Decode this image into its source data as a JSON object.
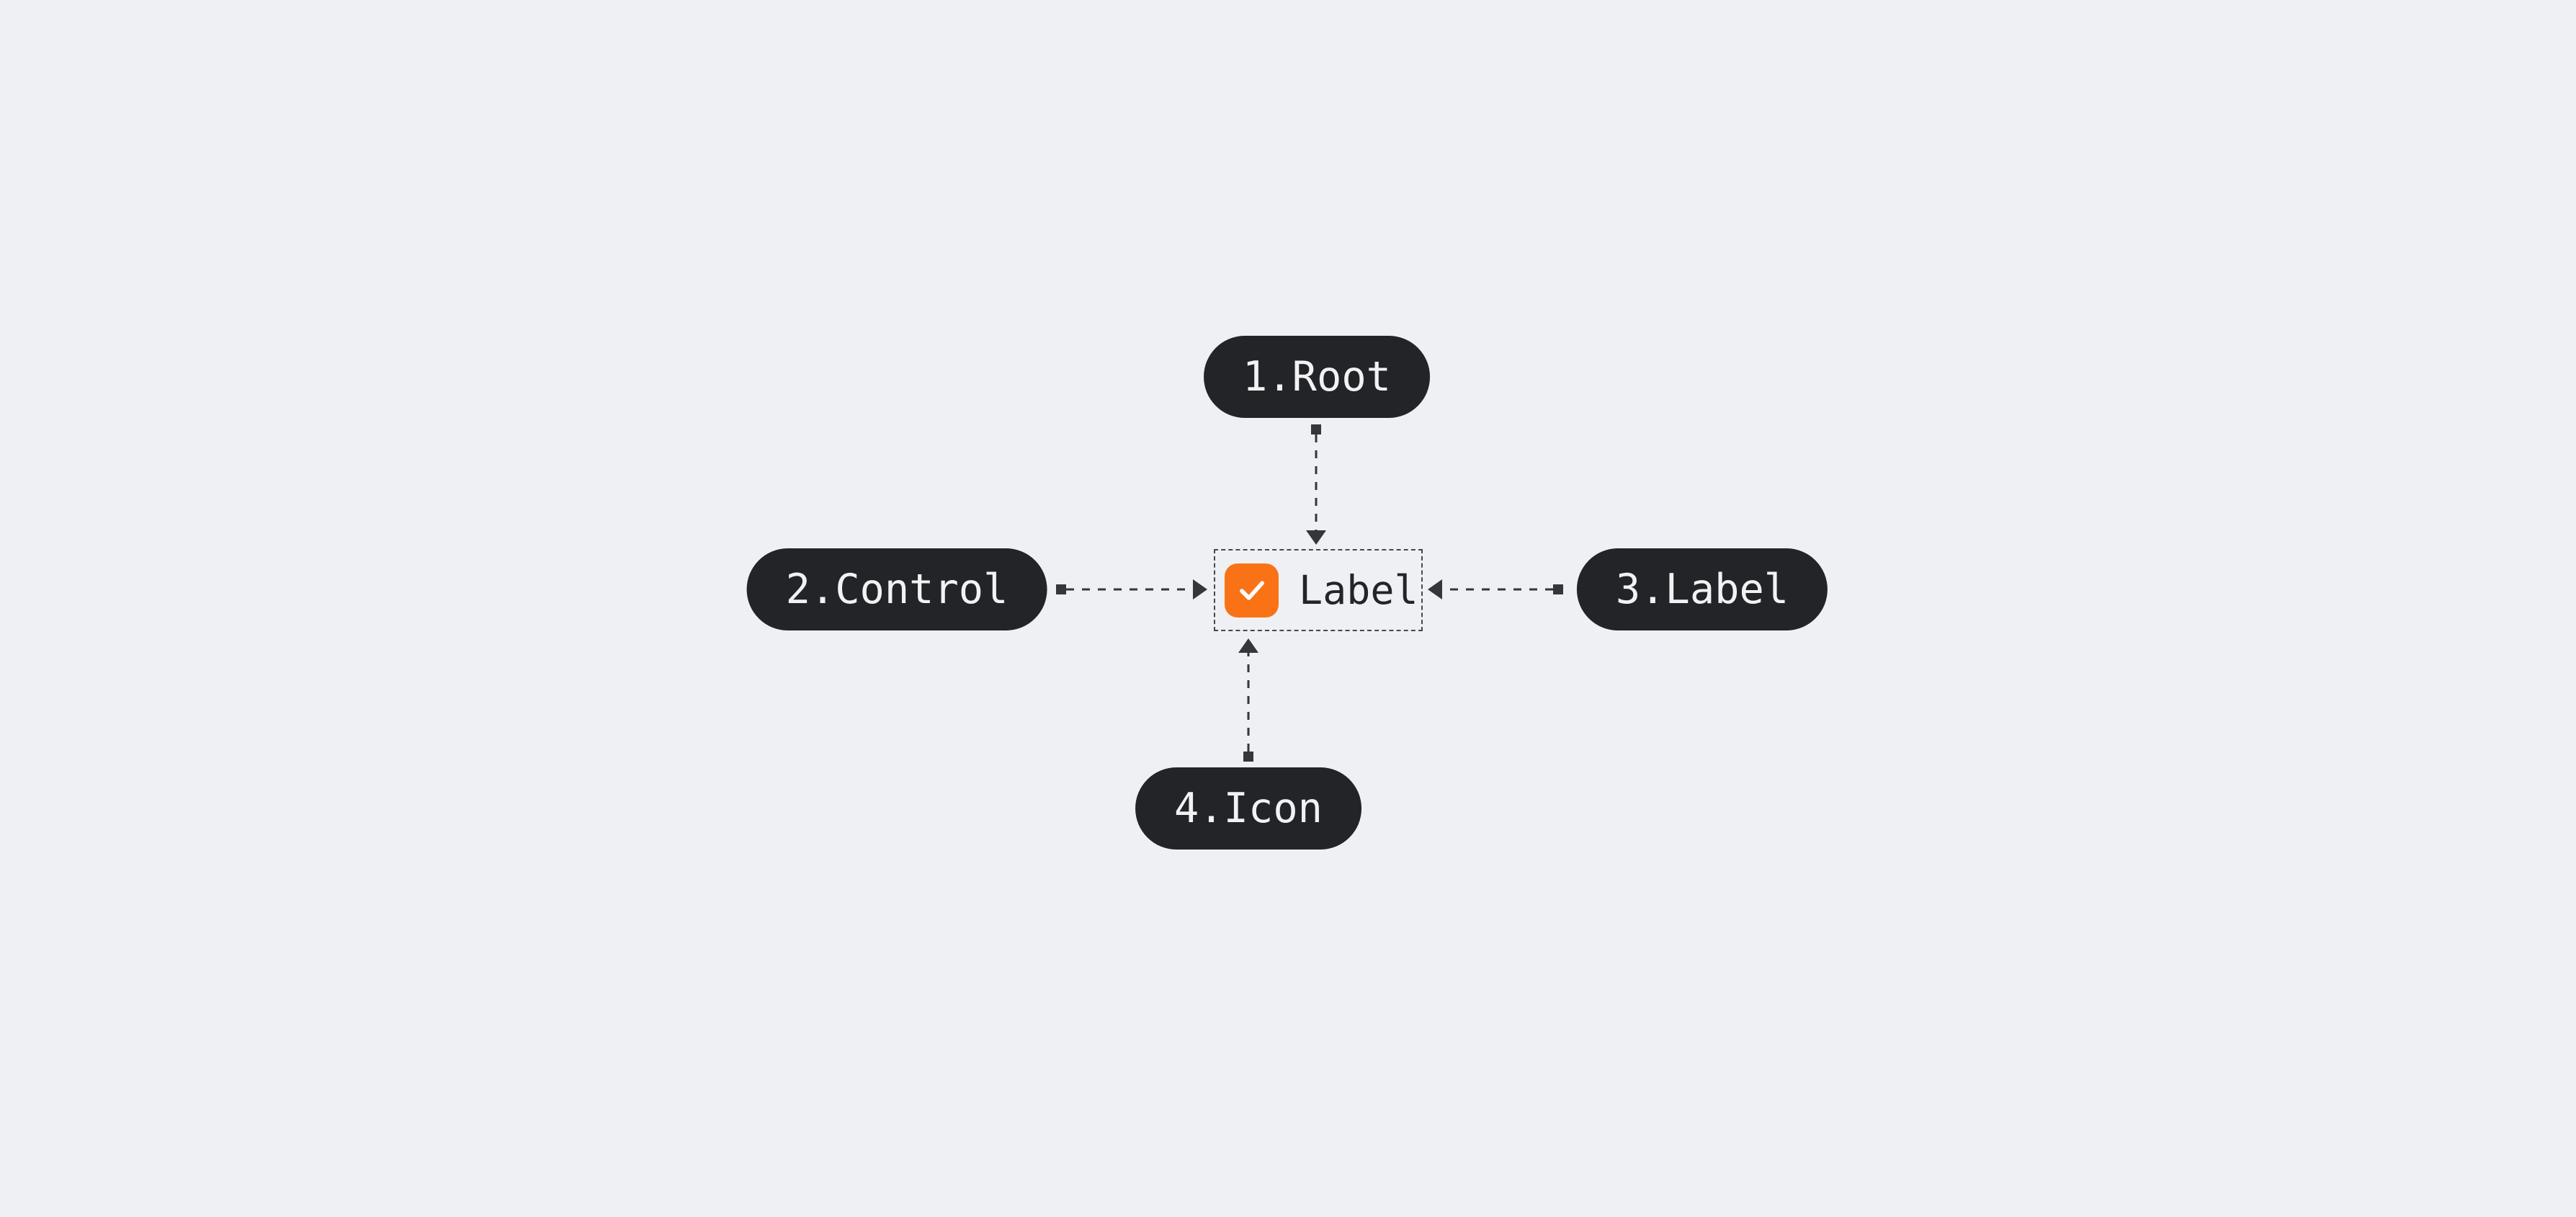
{
  "callouts": {
    "root": {
      "label": "1.Root"
    },
    "control": {
      "label": "2.Control"
    },
    "label": {
      "label": "3.Label"
    },
    "icon": {
      "label": "4.Icon"
    }
  },
  "component": {
    "label": "Label",
    "checkbox": {
      "state": "checked",
      "icon": "check-icon"
    }
  },
  "colors": {
    "background": "#eff0f3",
    "pill_background": "#232428",
    "pill_text": "#f2f2f4",
    "accent": "#f97316",
    "connector": "#35363a",
    "component_text": "#232428"
  }
}
